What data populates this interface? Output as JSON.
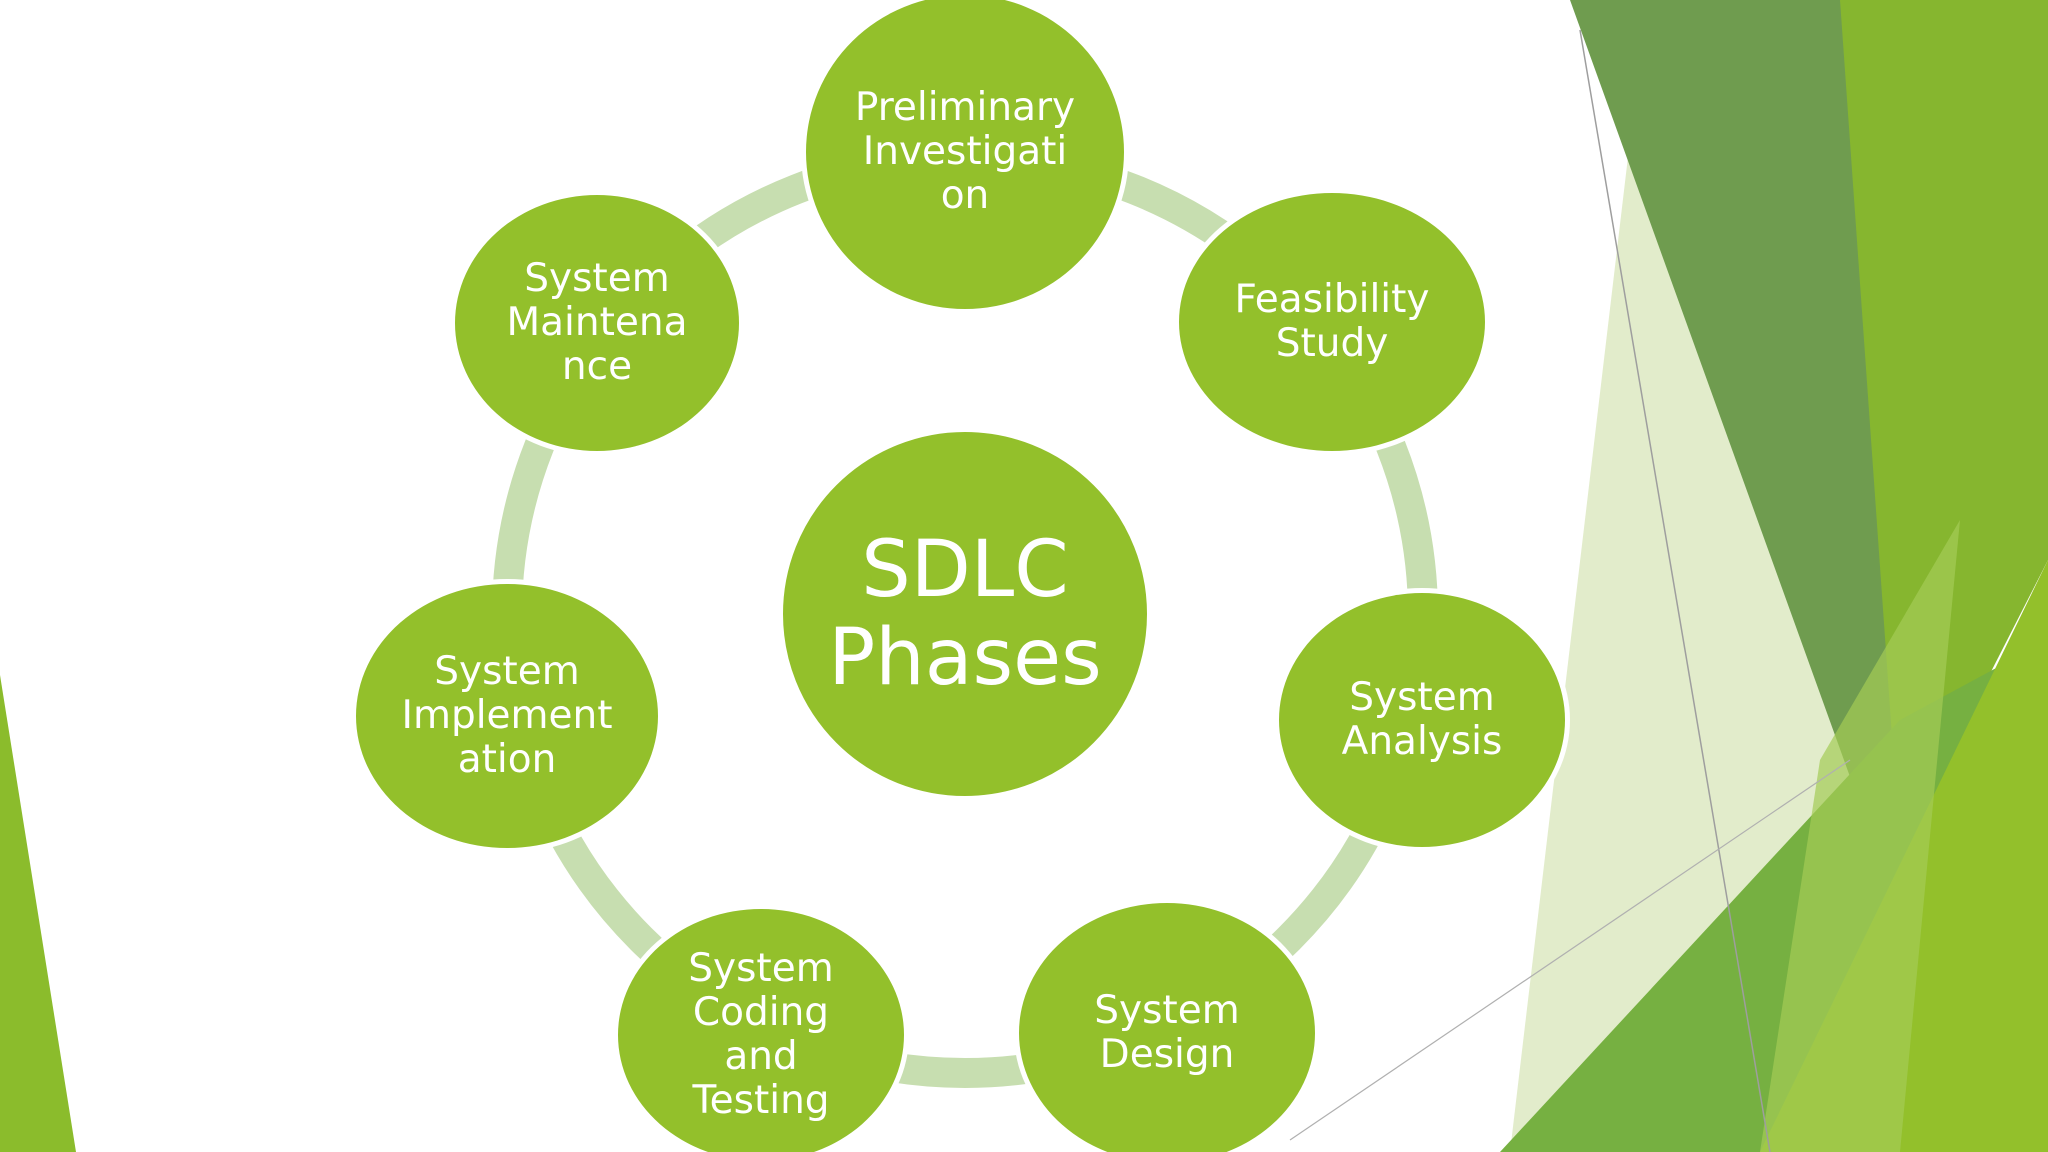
{
  "diagram": {
    "center": {
      "lines": [
        "SDLC",
        "Phases"
      ]
    },
    "phases": [
      {
        "id": "preliminary-investigation",
        "lines": [
          "Preliminary",
          "Investigati",
          "on"
        ]
      },
      {
        "id": "feasibility-study",
        "lines": [
          "Feasibility",
          "Study"
        ]
      },
      {
        "id": "system-analysis",
        "lines": [
          "System",
          "Analysis"
        ]
      },
      {
        "id": "system-design",
        "lines": [
          "System",
          "Design"
        ]
      },
      {
        "id": "system-coding-and-testing",
        "lines": [
          "System",
          "Coding",
          "and",
          "Testing"
        ]
      },
      {
        "id": "system-implementation",
        "lines": [
          "System",
          "Implement",
          "ation"
        ]
      },
      {
        "id": "system-maintenance",
        "lines": [
          "System",
          "Maintena",
          "nce"
        ]
      }
    ]
  },
  "colors": {
    "node_fill": "#93c02b",
    "ring": "#c7deb0",
    "text": "#ffffff",
    "background": "#ffffff",
    "deco_dark": "#6f9c4f",
    "deco_mid": "#8bbc2c",
    "deco_light": "#dde9c2"
  }
}
